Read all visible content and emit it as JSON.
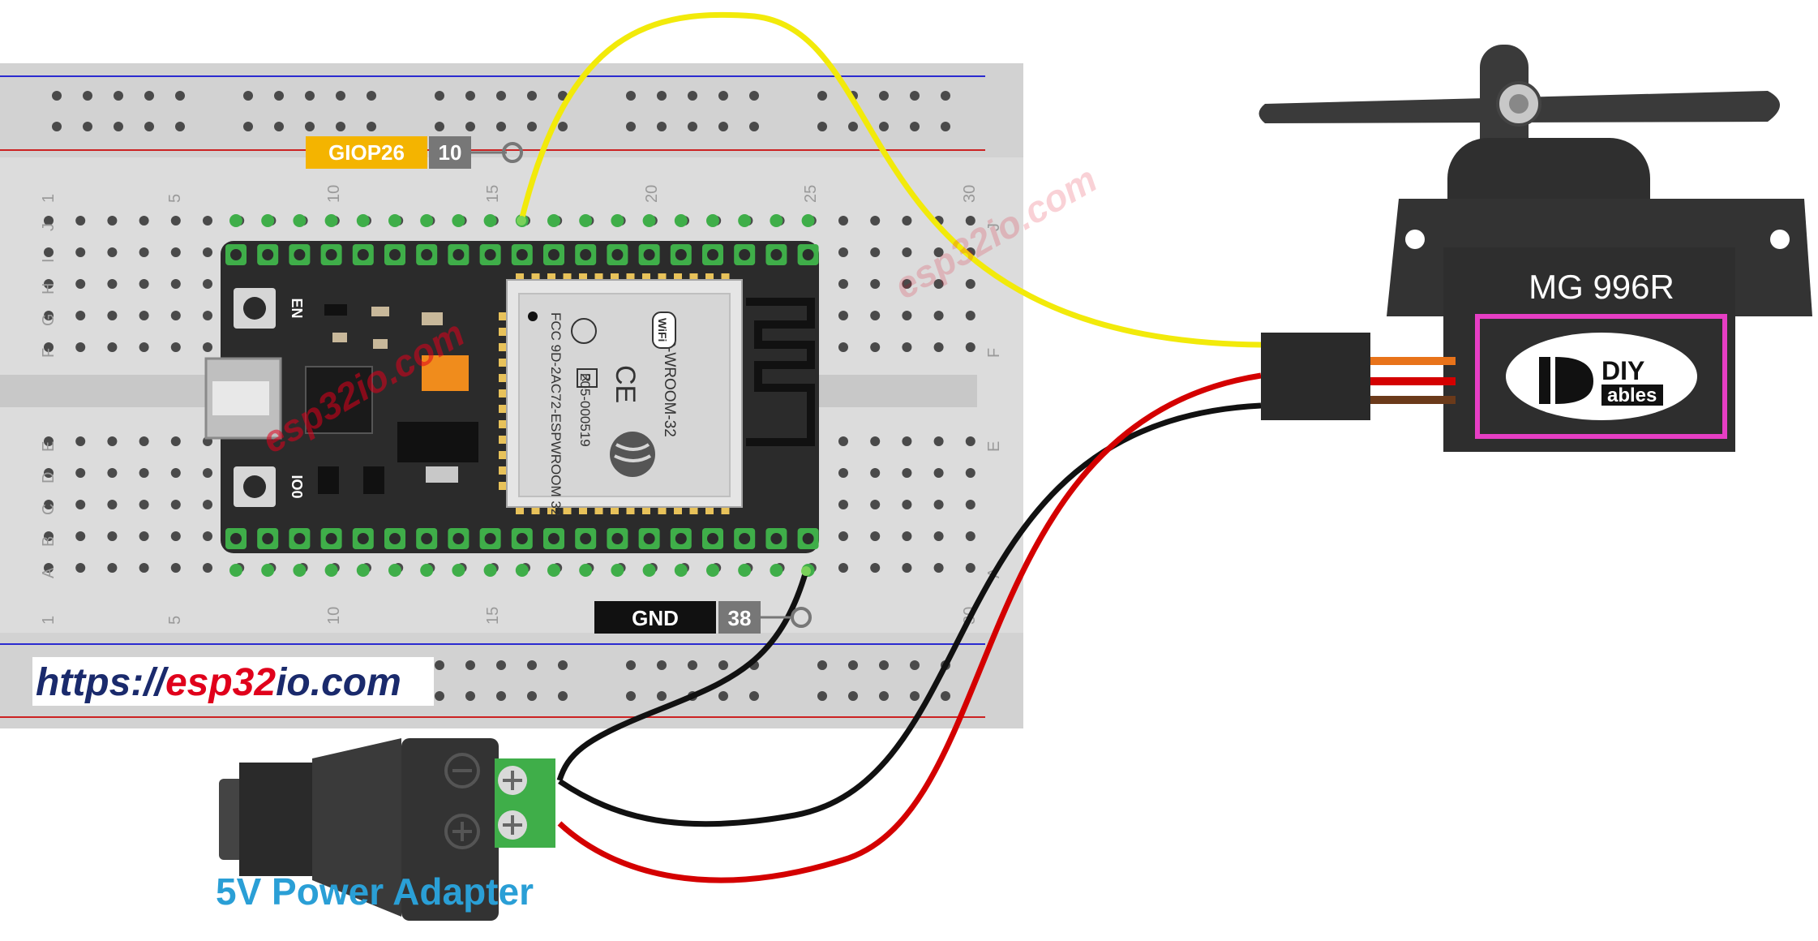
{
  "labels": {
    "gpio_pin_name": "GIOP26",
    "gpio_pin_number": "10",
    "gnd_pin_name": "GND",
    "gnd_pin_number": "38",
    "power_adapter": "5V Power Adapter",
    "servo_model": "MG 996R",
    "brand_logo_top": "DIY",
    "brand_logo_bottom": "ables",
    "url_prefix": "https://",
    "url_brand_a": "esp32",
    "url_brand_b": "io",
    "url_suffix": ".com",
    "watermark_board": "esp32io.com",
    "watermark_right": "esp32io.com"
  },
  "esp32": {
    "btn_en": "EN",
    "btn_io0": "IO0",
    "module_name": "ESP-WROOM-32",
    "module_fcc": "FCC 9D-2AC72-ESPWROOM 32",
    "module_code": "205-000519",
    "wifi_logo": "WiFi",
    "ce_mark": "CE",
    "r_mark": "R"
  },
  "breadboard": {
    "column_numbers": [
      "1",
      "5",
      "10",
      "15",
      "20",
      "25",
      "30"
    ],
    "rows_top": [
      "J",
      "I",
      "H",
      "G",
      "F"
    ],
    "rows_bottom": [
      "E",
      "D",
      "C",
      "B",
      "A"
    ]
  },
  "colors": {
    "signal_wire": "#f2ea0a",
    "power_wire": "#d40000",
    "ground_wire": "#111111",
    "gpio_badge": "#f4b400",
    "pin_number_badge": "#777777",
    "url_dark": "#1a2a6c",
    "url_red": "#e0001b",
    "power_label": "#2a9fd6",
    "logo_frame": "#e63ec4"
  }
}
